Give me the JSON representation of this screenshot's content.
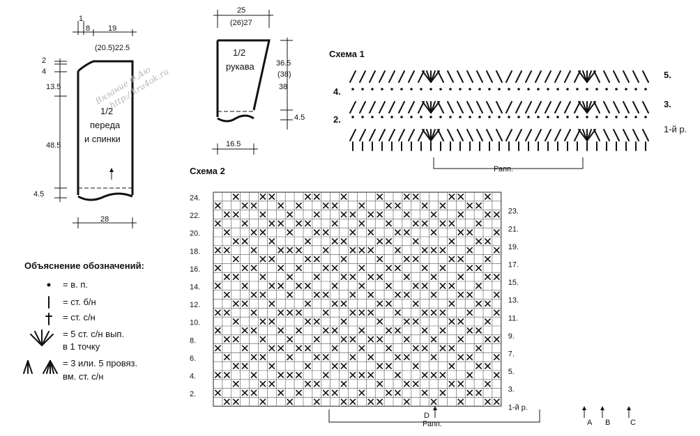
{
  "pattern_front": {
    "dims": {
      "top_a": "1",
      "top_b": "8",
      "top_c": "19",
      "top_d": "(20.5)22.5",
      "left_1": "2",
      "left_2": "4",
      "left_3": "13.5",
      "left_4": "48.5",
      "left_5": "4.5",
      "bottom": "28"
    },
    "label": [
      "1/2",
      "переда",
      "и спинки"
    ]
  },
  "pattern_sleeve": {
    "dims": {
      "top_1": "25",
      "top_2": "(26)27",
      "right_1": "36.5",
      "right_2": "(38)",
      "right_3": "38",
      "right_4": "4.5",
      "bottom": "16.5"
    },
    "label": [
      "1/2",
      "рукава"
    ]
  },
  "watermark": [
    "Вязание Ф.Аю",
    "http://kru4ok.ru"
  ],
  "legend": {
    "title": "Объяснение обозначений:",
    "items": [
      {
        "icon": "dot-icon",
        "text": "= в. п."
      },
      {
        "icon": "single-crochet-icon",
        "text": "= ст. б/н"
      },
      {
        "icon": "double-crochet-icon",
        "text": "= ст. с/н"
      },
      {
        "icon": "fan-icon",
        "text": "= 5 ст. с/н вып.",
        "text2": "в 1 точку"
      },
      {
        "icon": "cluster-icon",
        "text": "= 3 или. 5 провяз.",
        "text2": "вм. ст. с/н"
      }
    ]
  },
  "scheme1": {
    "title": "Схема 1",
    "rows_left": [
      "4.",
      "2."
    ],
    "rows_right": [
      "5.",
      "3.",
      "1-й р."
    ],
    "repeat": "Рапп."
  },
  "scheme2": {
    "title": "Схема 2",
    "cols": 32,
    "rows_left": [
      "24.",
      "22.",
      "20.",
      "18.",
      "16.",
      "14.",
      "12.",
      "10.",
      "8.",
      "6.",
      "4.",
      "2."
    ],
    "rows_right": [
      "23.",
      "21.",
      "19.",
      "17.",
      "15.",
      "13.",
      "11.",
      "9.",
      "7.",
      "5.",
      "3.",
      "1-й р."
    ],
    "repeat": "Рапп.",
    "markers": [
      "D",
      "A",
      "B",
      "C"
    ]
  }
}
